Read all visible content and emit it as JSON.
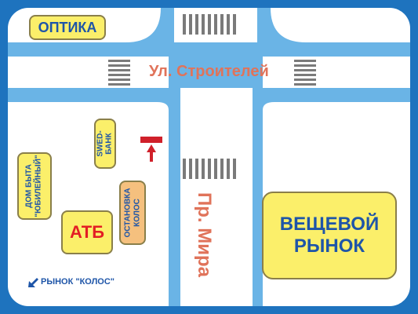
{
  "streets": {
    "stroiteley": "Ул. Строителей",
    "mira": "Пр. Мира"
  },
  "places": {
    "optika": "ОПТИКА",
    "swedbank_line1": "SWED-",
    "swedbank_line2": "БАНК",
    "dom_byta_line1": "ДОМ БЫТА",
    "dom_byta_line2": "\"ЮБИЛЕЙНЫЙ\"",
    "atb": "АТБ",
    "ostanovka_line1": "ОСТАНОВКА",
    "ostanovka_line2": "КОЛОС",
    "market_line1": "ВЕЩЕВОЙ",
    "market_line2": "РЫНОК"
  },
  "direction": {
    "rynok_kolos": "РЫНОК \"КОЛОС\""
  },
  "colors": {
    "frame": "#1e73be",
    "road": "#6ab4e6",
    "yellow_box": "#fbef6a",
    "orange_box": "#f5c07e",
    "street_text": "#e0735a",
    "box_text": "#1e55a8",
    "atb_text": "#e31e24",
    "marker": "#d0202a"
  },
  "icons": [
    "you-are-here-marker",
    "up-arrow-icon",
    "direction-arrow-icon",
    "zebra-crossing"
  ]
}
